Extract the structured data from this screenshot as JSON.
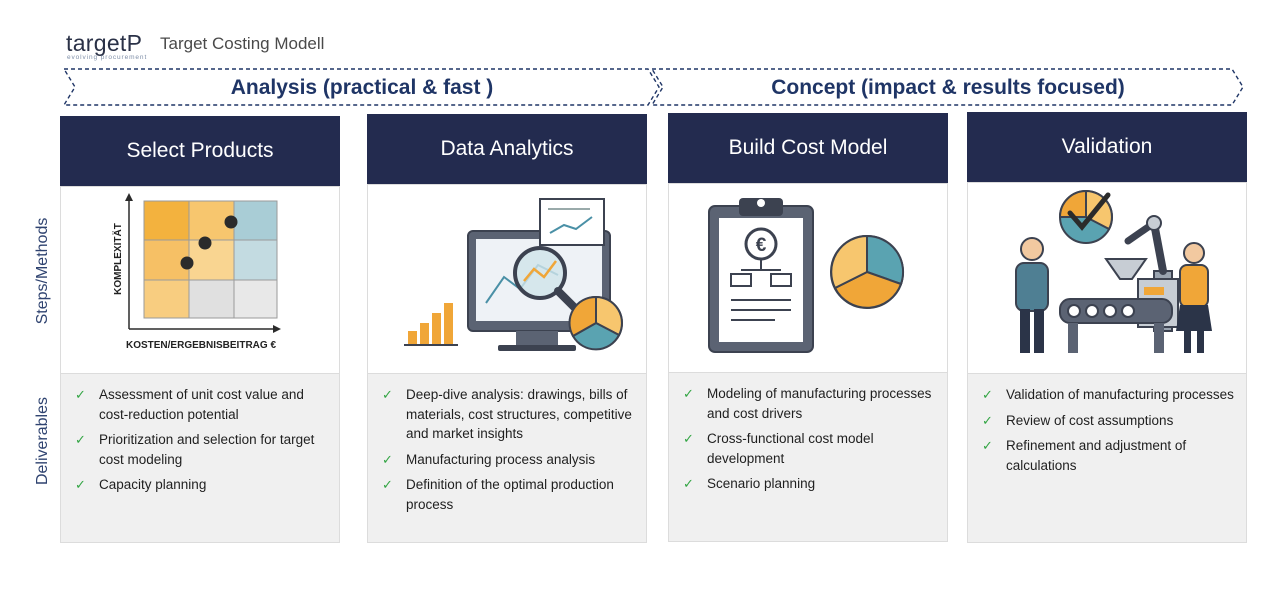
{
  "header": {
    "logo_text": "targetP",
    "logo_tagline": "evolving procurement",
    "title": "Target Costing Modell"
  },
  "phases": [
    {
      "label": "Analysis (practical & fast )"
    },
    {
      "label": "Concept (impact & results focused)"
    }
  ],
  "row_labels": {
    "steps": "Steps/Methods",
    "deliverables": "Deliverables"
  },
  "columns": [
    {
      "title": "Select Products",
      "illustration": "complexity-cost-matrix",
      "matrix_axis_y": "KOMPLEXITÄT",
      "matrix_axis_x": "KOSTEN/ERGEBNISBEITRAG €",
      "deliverables": [
        "Assessment of unit cost value and cost-reduction potential",
        "Prioritization and selection for target cost modeling",
        "Capacity planning"
      ]
    },
    {
      "title": "Data Analytics",
      "illustration": "monitor-magnifier-analytics",
      "deliverables": [
        "Deep-dive analysis: drawings, bills of materials, cost structures, competitive and market insights",
        "Manufacturing process analysis",
        "Definition of the optimal production process"
      ]
    },
    {
      "title": "Build Cost Model",
      "illustration": "clipboard-euro-pie",
      "deliverables": [
        "Modeling of manufacturing processes and cost drivers",
        "Cross-functional cost model development",
        "Scenario planning"
      ]
    },
    {
      "title": "Validation",
      "illustration": "people-production-line-check",
      "deliverables": [
        "Validation of manufacturing processes",
        "Review of cost assumptions",
        "Refinement and adjustment of calculations"
      ]
    }
  ],
  "icons": {
    "check": "check-icon"
  },
  "colors": {
    "navy": "#232b4f",
    "phase_text": "#1f3566",
    "orange": "#f0a638",
    "teal": "#5aa3b1",
    "check_green": "#33a544"
  }
}
